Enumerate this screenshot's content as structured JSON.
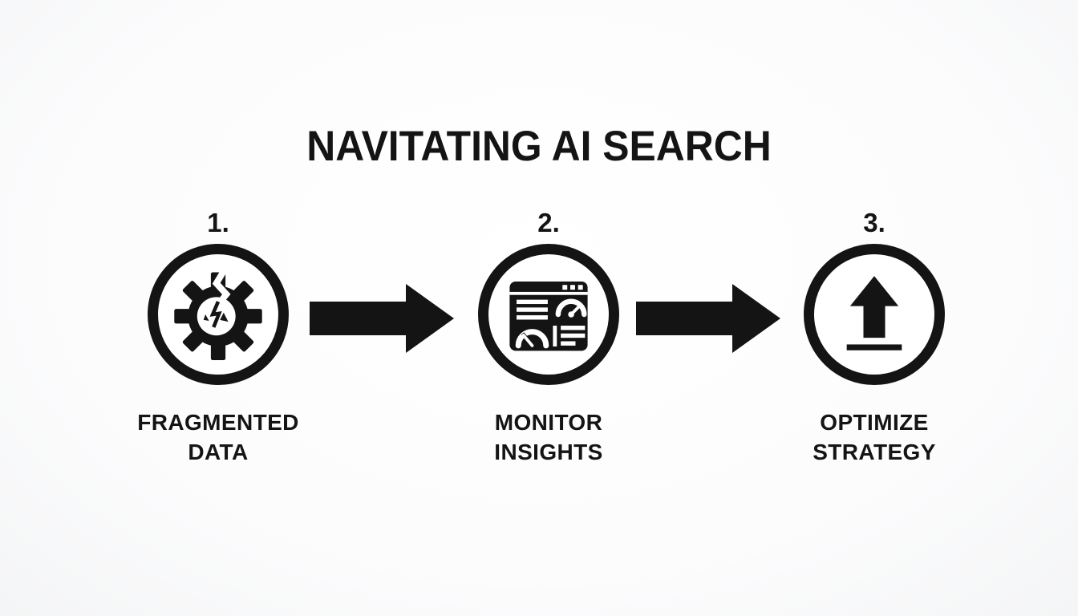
{
  "title": "NAVITATING AI SEARCH",
  "steps": [
    {
      "number": "1.",
      "label": "FRAGMENTED\nDATA",
      "icon": "broken-gear-icon"
    },
    {
      "number": "2.",
      "label": "MONITOR\nINSIGHTS",
      "icon": "dashboard-gauges-icon"
    },
    {
      "number": "3.",
      "label": "OPTIMIZE\nSTRATEGY",
      "icon": "upload-arrow-icon"
    }
  ],
  "connectors": [
    {
      "icon": "right-arrow-icon"
    },
    {
      "icon": "right-arrow-icon"
    }
  ],
  "colors": {
    "ink": "#141414",
    "background": "#fcfcfd"
  }
}
